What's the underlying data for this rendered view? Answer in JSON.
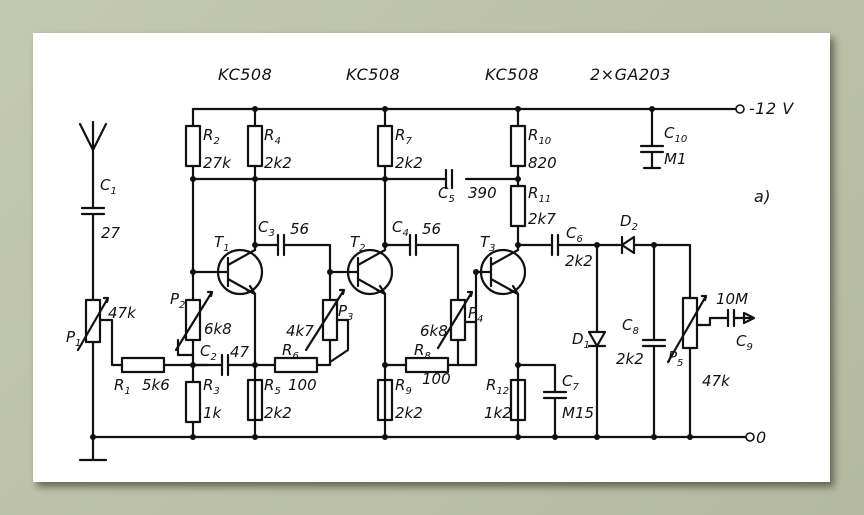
{
  "header": {
    "t1_type": "KC508",
    "t2_type": "KC508",
    "t3_type": "KC508",
    "diodes_type": "2×GA203"
  },
  "supply": {
    "positive_label": "-12 V",
    "ground_label": "0"
  },
  "figure_label": "a)",
  "output_label": "10M",
  "components": {
    "C1": {
      "name": "C",
      "sub": "1",
      "value": "27"
    },
    "P1": {
      "name": "P",
      "sub": "1",
      "value": "47k"
    },
    "R1": {
      "name": "R",
      "sub": "1",
      "value": "5k6"
    },
    "R2": {
      "name": "R",
      "sub": "2",
      "value": "27k"
    },
    "P2": {
      "name": "P",
      "sub": "2",
      "value": "6k8"
    },
    "R3": {
      "name": "R",
      "sub": "3",
      "value": "1k"
    },
    "C2": {
      "name": "C",
      "sub": "2",
      "value": "47"
    },
    "T1": {
      "name": "T",
      "sub": "1"
    },
    "R4": {
      "name": "R",
      "sub": "4",
      "value": "2k2"
    },
    "C3": {
      "name": "C",
      "sub": "3",
      "value": "56"
    },
    "P3": {
      "name": "P",
      "sub": "3",
      "value": "4k7"
    },
    "R5": {
      "name": "R",
      "sub": "5",
      "value": "2k2"
    },
    "R6": {
      "name": "R",
      "sub": "6",
      "value": "100"
    },
    "T2": {
      "name": "T",
      "sub": "2"
    },
    "R7": {
      "name": "R",
      "sub": "7",
      "value": "2k2"
    },
    "C4": {
      "name": "C",
      "sub": "4",
      "value": "56"
    },
    "C5": {
      "name": "C",
      "sub": "5",
      "value": "390"
    },
    "P4": {
      "name": "P",
      "sub": "4",
      "value": "6k8"
    },
    "R8": {
      "name": "R",
      "sub": "8",
      "value": "100"
    },
    "R9": {
      "name": "R",
      "sub": "9",
      "value": "2k2"
    },
    "T3": {
      "name": "T",
      "sub": "3"
    },
    "R10": {
      "name": "R",
      "sub": "10",
      "value": "820"
    },
    "R11": {
      "name": "R",
      "sub": "11",
      "value": "2k7"
    },
    "R12": {
      "name": "R",
      "sub": "12",
      "value": "1k2"
    },
    "C6": {
      "name": "C",
      "sub": "6",
      "value": "2k2"
    },
    "C7": {
      "name": "C",
      "sub": "7",
      "value": "M15"
    },
    "C8": {
      "name": "C",
      "sub": "8",
      "value": "2k2"
    },
    "C9": {
      "name": "C",
      "sub": "9"
    },
    "C10": {
      "name": "C",
      "sub": "10",
      "value": "M1"
    },
    "D1": {
      "name": "D",
      "sub": "1"
    },
    "D2": {
      "name": "D",
      "sub": "2"
    },
    "P5": {
      "name": "P",
      "sub": "5",
      "value": "47k"
    }
  }
}
